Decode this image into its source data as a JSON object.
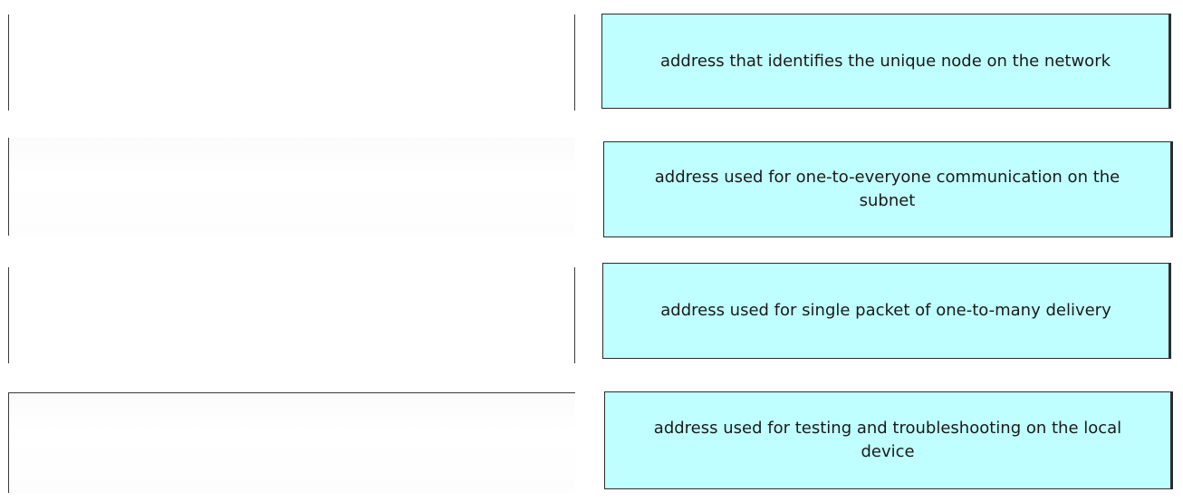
{
  "drop_targets": [
    {
      "value": ""
    },
    {
      "value": ""
    },
    {
      "value": ""
    },
    {
      "value": ""
    }
  ],
  "answers": [
    {
      "text": "address that identifies the unique node on the network"
    },
    {
      "text": "address used for one-to-everyone communication on the subnet"
    },
    {
      "text": "address used for single packet of one-to-many delivery"
    },
    {
      "text": "address used for testing and troubleshooting on the local device"
    }
  ],
  "colors": {
    "answer_background": "#c0ffff",
    "border": "#2e2e2e",
    "page_background": "#ffffff"
  }
}
